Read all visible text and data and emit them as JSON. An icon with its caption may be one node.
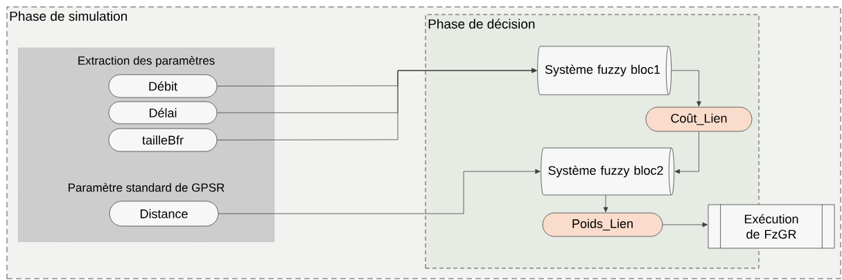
{
  "diagram": {
    "nodes": [
      {
        "text": [
          "Phase de simulation"
        ]
      },
      {
        "text": [
          "Phase de décision"
        ],
        "in": 0
      },
      {
        "text": [
          "Extraction des paramètres",
          "Paramètre standard de GPSR"
        ],
        "in": 0
      },
      {
        "text": [
          "Débit"
        ],
        "in": 2
      },
      {
        "text": [
          "Délai"
        ],
        "in": 2
      },
      {
        "text": [
          "tailleBfr"
        ],
        "in": 2
      },
      {
        "text": [
          "Distance"
        ],
        "in": 2
      },
      {
        "text": [
          "Système fuzzy bloc1"
        ],
        "in": 1
      },
      {
        "text": [
          "Coût_Lien"
        ],
        "in": 1
      },
      {
        "text": [
          "Système fuzzy bloc2"
        ],
        "in": 1
      },
      {
        "text": [
          "Poids_Lien"
        ],
        "in": 1
      },
      {
        "text": [
          "Exécution de FzGR"
        ],
        "in": 0
      }
    ],
    "edges": [
      {
        "from": 3,
        "to": 7,
        "arrow": "to"
      },
      {
        "from": 4,
        "to": 7,
        "arrow": "to"
      },
      {
        "from": 5,
        "to": 7,
        "arrow": "to"
      },
      {
        "from": 6,
        "to": 9,
        "arrow": "to"
      },
      {
        "from": 7,
        "to": 8,
        "arrow": "to"
      },
      {
        "from": 8,
        "to": 9,
        "arrow": "to"
      },
      {
        "from": 9,
        "to": 10,
        "arrow": "to"
      },
      {
        "from": 10,
        "to": 11,
        "arrow": "to"
      }
    ]
  }
}
